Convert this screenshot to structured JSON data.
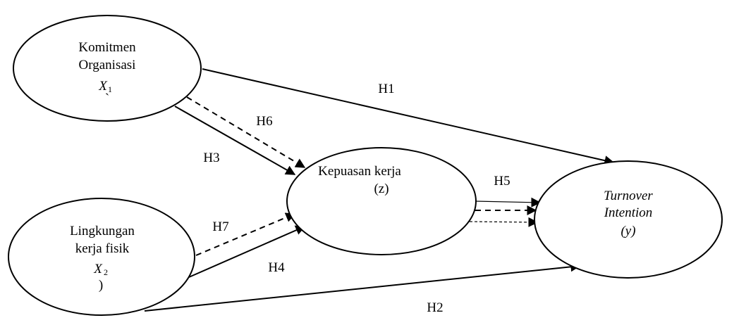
{
  "nodes": {
    "x1": {
      "line1": "Komitmen",
      "line2": "Organisasi",
      "var": "X",
      "sub": "1",
      "extra": "`"
    },
    "x2": {
      "line1": "Lingkungan",
      "line2": "kerja fisik",
      "var": "X",
      "sub": "2",
      "extra": ")"
    },
    "z": {
      "line1": "Kepuasan kerja",
      "line2": "(z)"
    },
    "y": {
      "line1": "Turnover",
      "line2": "Intention",
      "line3": "(y)"
    }
  },
  "hypotheses": {
    "h1": "H1",
    "h2": "H2",
    "h3": "H3",
    "h4": "H4",
    "h5": "H5",
    "h6": "H6",
    "h7": "H7"
  },
  "colors": {
    "stroke": "#000000",
    "background": "#ffffff"
  }
}
